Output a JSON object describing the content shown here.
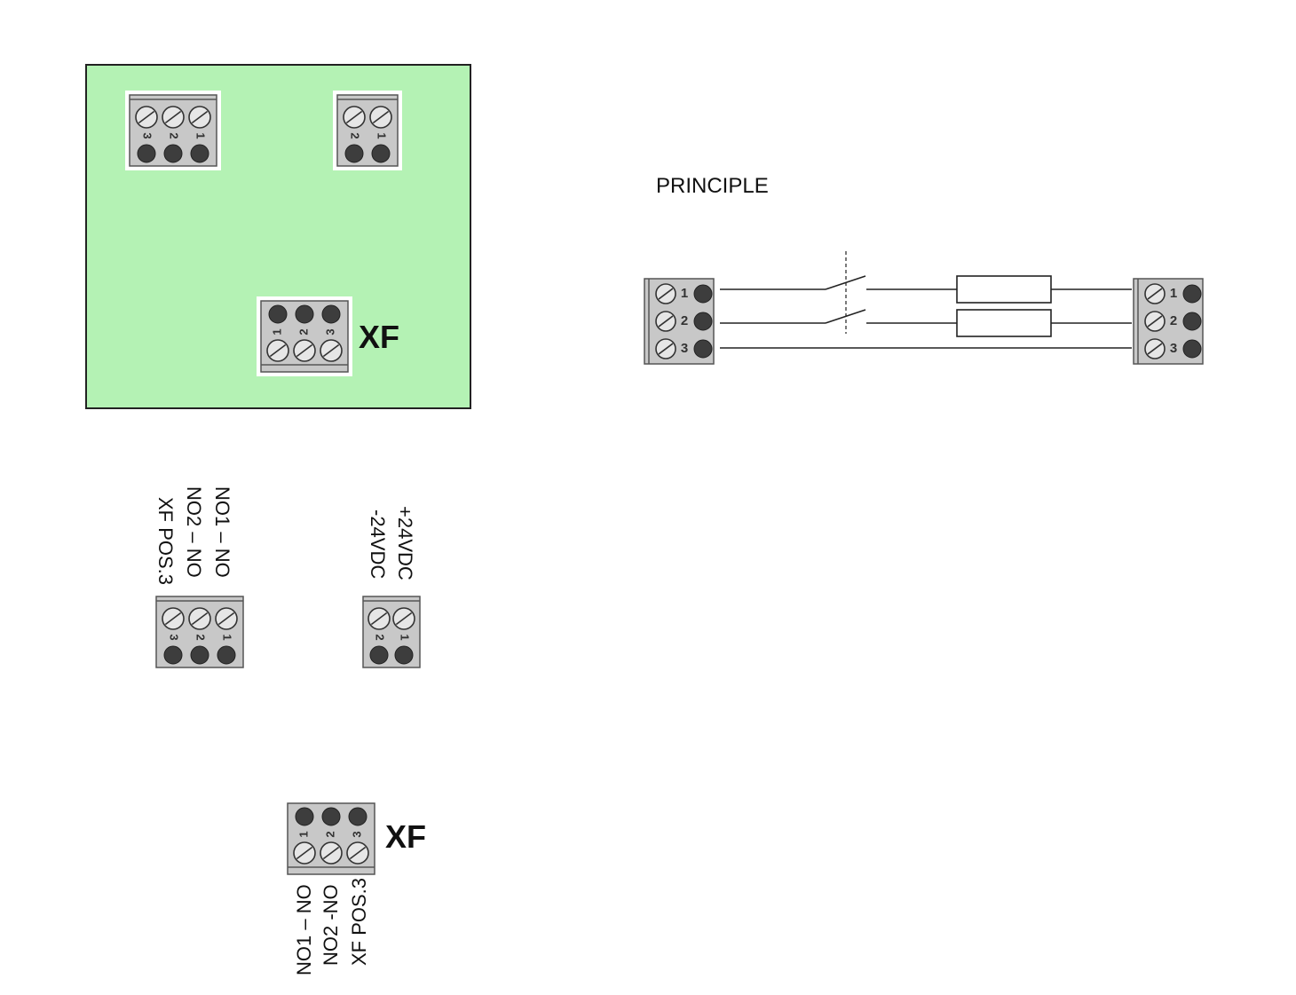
{
  "board": {
    "color": "#b4f2b4",
    "xf_label": "XF",
    "connector_left": {
      "pins": [
        "1",
        "2",
        "3"
      ]
    },
    "connector_right": {
      "pins": [
        "1",
        "2"
      ]
    },
    "connector_xf": {
      "pins": [
        "1",
        "2",
        "3"
      ]
    }
  },
  "principle": {
    "title": "PRINCIPLE",
    "left_terminal": {
      "pins": [
        "1",
        "2",
        "3"
      ]
    },
    "right_terminal": {
      "pins": [
        "1",
        "2",
        "3"
      ]
    }
  },
  "detail_3pin": {
    "labels": [
      "NO1 – NO",
      "NO2 – NO",
      "XF POS.3"
    ],
    "pins": [
      "1",
      "2",
      "3"
    ]
  },
  "detail_2pin": {
    "labels": [
      "+24VDC",
      "-24VDC"
    ],
    "pins": [
      "1",
      "2"
    ]
  },
  "detail_xf": {
    "name": "XF",
    "labels": [
      "NO1 – NO",
      "NO2 -NO",
      "XF POS.3"
    ],
    "pins": [
      "1",
      "2",
      "3"
    ]
  }
}
